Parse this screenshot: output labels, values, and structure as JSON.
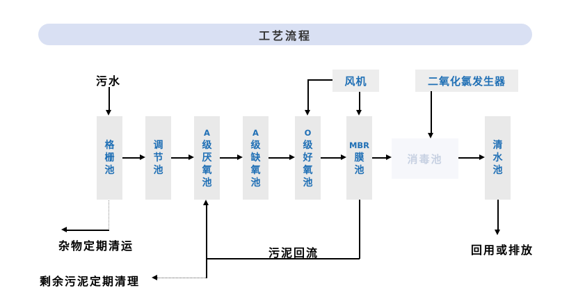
{
  "title": "工艺流程",
  "inflow_label": "污水",
  "process_boxes": [
    {
      "id": "grid-tank",
      "label": "格栅池"
    },
    {
      "id": "regulating-tank",
      "label": "调节池"
    },
    {
      "id": "a-anaerobic-tank",
      "label": "A级厌氧池"
    },
    {
      "id": "a-anoxic-tank",
      "label": "A级缺氧池"
    },
    {
      "id": "o-aerobic-tank",
      "label": "O级好氧池"
    },
    {
      "id": "mbr-membrane-tank",
      "label": "MBR膜池"
    },
    {
      "id": "disinfection-tank",
      "label": "消毒池"
    },
    {
      "id": "clean-water-tank",
      "label": "清水池"
    }
  ],
  "equipment_boxes": [
    {
      "id": "fan",
      "label": "风机"
    },
    {
      "id": "chlorine-dioxide-generator",
      "label": "二氧化氯发生器"
    }
  ],
  "annotations": {
    "debris_removal": "杂物定期清运",
    "sludge_return": "污泥回流",
    "excess_sludge_cleaning": "剩余污泥定期清理",
    "discharge": "回用或排放"
  },
  "colors": {
    "banner_bg": "#d9e0f3",
    "box_bg": "#e9e9e9",
    "box_text": "#1f6fb5",
    "disinfection_box_bg": "#f6f7fb",
    "disinfection_box_text": "#c7d1e2",
    "line": "#000000"
  }
}
